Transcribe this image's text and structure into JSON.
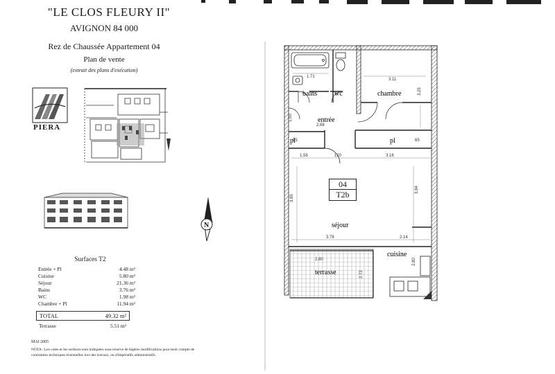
{
  "header": {
    "title": "\"LE CLOS FLEURY II\"",
    "city": "AVIGNON 84 000",
    "subtitle": "Rez de Chaussée Appartement 04",
    "plan_type": "Plan de vente",
    "plan_note": "(extrait des plans d'exécution)"
  },
  "logo": {
    "text": "PIERA"
  },
  "surfaces": {
    "title": "Surfaces T2",
    "rows": [
      {
        "label": "Entrée + Pl",
        "value": "4.48 m²"
      },
      {
        "label": "Cuisine",
        "value": "5.80 m²"
      },
      {
        "label": "Séjour",
        "value": "21.36 m²"
      },
      {
        "label": "Bains",
        "value": "3.76 m²"
      },
      {
        "label": "WC",
        "value": "1.98 m²"
      },
      {
        "label": "Chambre + Pl",
        "value": "11.94 m²"
      }
    ],
    "total_label": "TOTAL",
    "total_value": "49.32 m²",
    "terrasse_label": "Terrasse",
    "terrasse_value": "5.51 m²"
  },
  "footer": {
    "date": "MAI 2005",
    "nota": "NOTA : Les cotes et les surfaces sont indiquées sous réserve de légères modifications pour tenir compte de contraintes techniques éventuelles lors des travaux, ou d'impératifs administratifs."
  },
  "plan": {
    "unit_number": "04",
    "unit_type": "T2b",
    "rooms": {
      "bains": "bains",
      "wc": "wc",
      "chambre": "chambre",
      "entree": "entrée",
      "pl_left": "pl",
      "pl_right": "pl",
      "sejour": "séjour",
      "cuisine": "cuisine",
      "terrasse": "terrasse"
    },
    "dims": {
      "d171": "1.71",
      "d311": "3.11",
      "d325": "3.25",
      "d100": "1.00",
      "d288": "2.88",
      "d65a": "65",
      "d65b": "65",
      "d158": "1.58",
      "d120": "120",
      "d316": "3.16",
      "d384": "3.84",
      "d385": "3.85",
      "d378": "3.78",
      "d214": "2.14",
      "d280": "2.80",
      "d272": "2.72",
      "d2a": "2.80"
    }
  }
}
